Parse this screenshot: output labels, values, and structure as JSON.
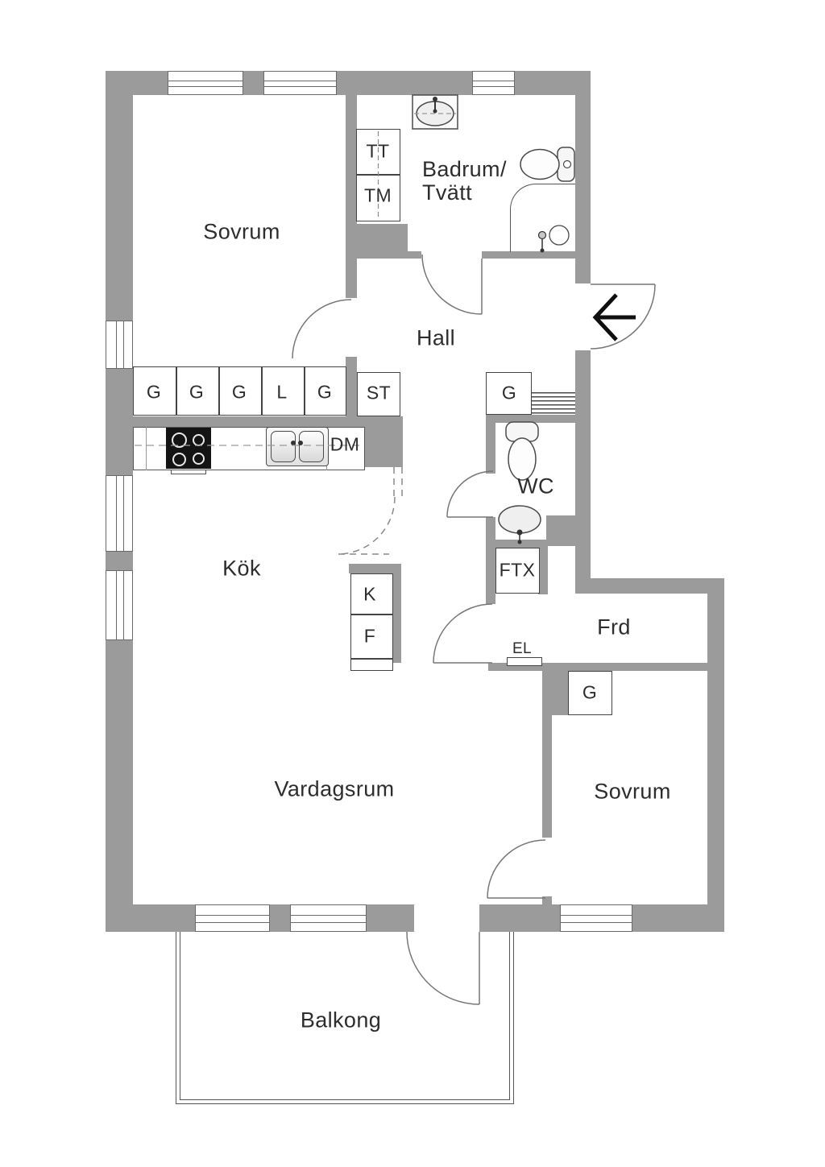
{
  "colors": {
    "wall": "#9b9b9b",
    "fixture_line": "#4a4a4a",
    "door_arc": "#777777",
    "text": "#2d2d2d"
  },
  "rooms": {
    "bedroom_top": "Sovrum",
    "bathroom_line1": "Badrum/",
    "bathroom_line2": "Tvätt",
    "hall": "Hall",
    "kitchen": "Kök",
    "living_room": "Vardagsrum",
    "bedroom_bottom": "Sovrum",
    "balcony": "Balkong",
    "wc": "WC",
    "storage": "Frd"
  },
  "appliances": {
    "tumble_dryer": "TT",
    "washing_machine": "TM",
    "cleaning_cabinet": "ST",
    "dishwasher": "DM",
    "fridge": "K",
    "freezer": "F",
    "heat_exchanger": "FTX",
    "electrical_panel": "EL"
  },
  "cabinets": {
    "kitchen_row": [
      "G",
      "G",
      "G",
      "L",
      "G"
    ],
    "hall_wardrobe": "G",
    "bedroom_wardrobe": "G"
  }
}
